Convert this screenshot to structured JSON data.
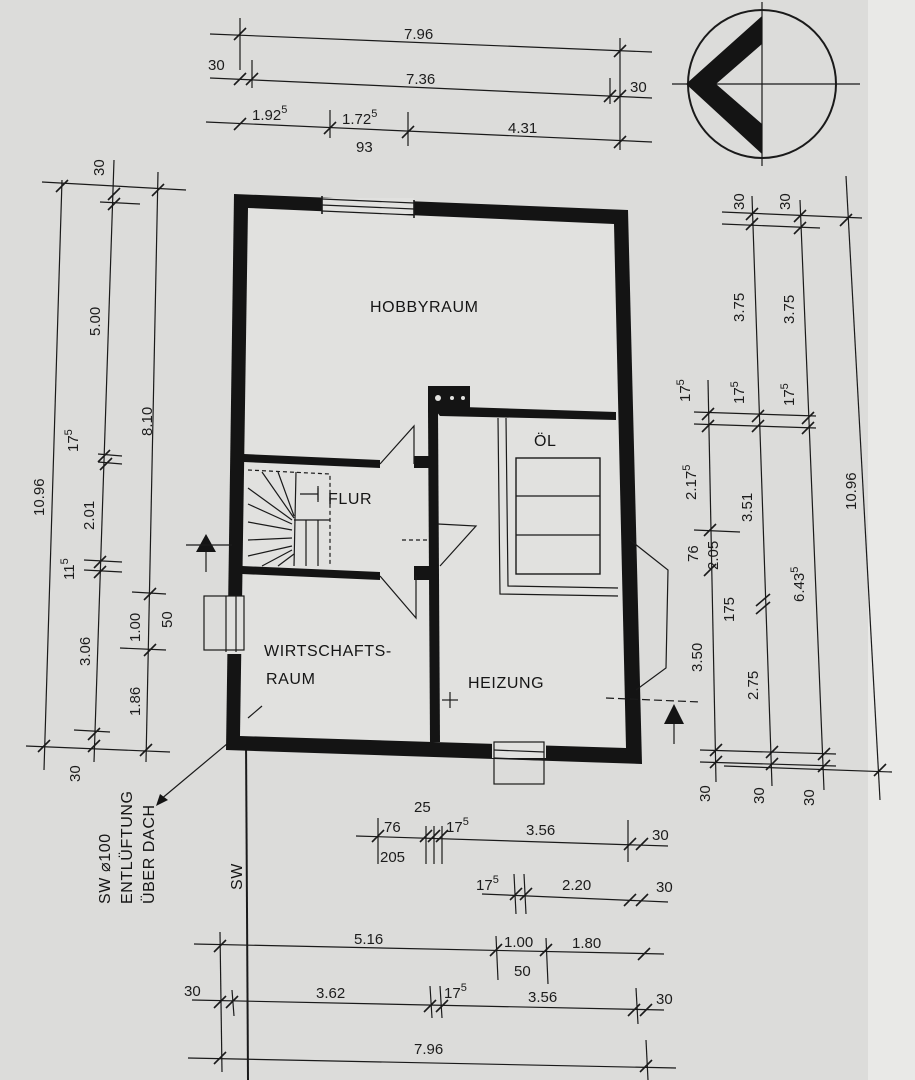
{
  "rooms": {
    "hobby": "HOBBYRAUM",
    "oel": "ÖL",
    "flur": "FLUR",
    "wirtschafts_1": "WIRTSCHAFTS-",
    "wirtschafts_2": "RAUM",
    "heizung": "HEIZUNG"
  },
  "notes": {
    "sw_vertical": "SW",
    "vent_1": "SW ⌀100",
    "vent_2": "ENTLÜFTUNG",
    "vent_3": "ÜBER DACH"
  },
  "dims": {
    "top": {
      "total": "7.96",
      "inner": "7.36",
      "left_wall": "30",
      "right_wall": "30",
      "seg1": "1.92",
      "seg1_sup": "5",
      "seg2": "1.72",
      "seg2_sup": "5",
      "seg3": "4.31",
      "below": "93"
    },
    "left": {
      "total": "10.96",
      "top_wall": "30",
      "hobby": "5.00",
      "upper": "8.10",
      "wall_175": "17",
      "wall_175_sup": "5",
      "flur": "2.01",
      "wall_115": "11",
      "wall_115_sup": "5",
      "door": "1.00",
      "door_50": "50",
      "wr": "3.06",
      "lower": "1.86",
      "bottom_wall": "30"
    },
    "right": {
      "wall_a": "30",
      "wall_b": "30",
      "hobby_a": "3.75",
      "hobby_b": "3.75",
      "w175_a": "17",
      "w175_a_sup": "5",
      "w175_b": "17",
      "w175_b_sup": "5",
      "w175_c": "17",
      "w175_c_sup": "5",
      "h217": "2.17",
      "h217_sup": "5",
      "h351": "3.51",
      "total": "10.96",
      "d76": "76",
      "d205": "2.05",
      "w175_d": "175",
      "h643": "6.43",
      "h643_sup": "5",
      "h350": "3.50",
      "h275": "2.75",
      "bot_a": "30",
      "bot_b": "30",
      "bot_c": "30"
    },
    "bottom": {
      "d25": "25",
      "d76": "76",
      "d205": "205",
      "d175": "17",
      "d175_sup": "5",
      "d356": "3.56",
      "d30a": "30",
      "d175b": "17",
      "d175b_sup": "5",
      "d220": "2.20",
      "d30b": "30",
      "d516": "5.16",
      "d100": "1.00",
      "d180": "1.80",
      "d50": "50",
      "d30c": "30",
      "d362": "3.62",
      "d175c": "17",
      "d175c_sup": "5",
      "d356b": "3.56",
      "d30d": "30",
      "total": "7.96"
    }
  }
}
